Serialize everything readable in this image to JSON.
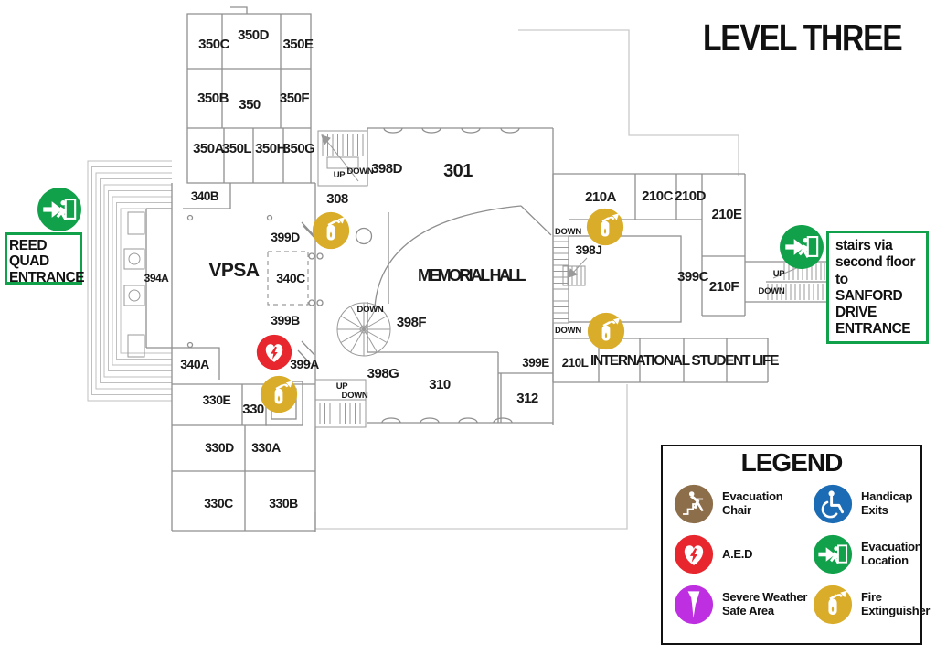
{
  "title": "LEVEL THREE",
  "reed_entrance": {
    "lines": [
      "REED QUAD",
      "ENTRANCE"
    ]
  },
  "sanford_entrance": {
    "lines": [
      "stairs via",
      "second floor to",
      "SANFORD",
      "DRIVE",
      "ENTRANCE"
    ]
  },
  "legend": {
    "title": "LEGEND",
    "items": [
      {
        "label": "Evacuation Chair",
        "icon": "evacuation-chair-icon",
        "color": "#8c6e4b"
      },
      {
        "label": "Handicap Exits",
        "icon": "handicap-exits-icon",
        "color": "#1b6cb4"
      },
      {
        "label": "A.E.D",
        "icon": "aed-icon",
        "color": "#e8262d"
      },
      {
        "label": "Evacuation Location",
        "icon": "evacuation-location-icon",
        "color": "#12a14b"
      },
      {
        "label": "Severe Weather Safe Area",
        "icon": "severe-weather-icon",
        "color": "#bd2fe0"
      },
      {
        "label": "Fire Extinguisher",
        "icon": "fire-extinguisher-icon",
        "color": "#d9ad29"
      }
    ]
  },
  "icons": {
    "evacuation-chair-icon": "white figures descending diagonal stairs on brown circle",
    "handicap-exits-icon": "white wheelchair symbol on blue circle",
    "aed-icon": "white heart with lightning bolt on red circle",
    "evacuation-location-icon": "white arrow and running figure through exit door on green circle",
    "severe-weather-icon": "white tornado funnel on purple circle",
    "fire-extinguisher-icon": "white fire extinguisher on gold circle"
  },
  "map": {
    "rooms": [
      "350C",
      "350D",
      "350E",
      "350B",
      "350",
      "350F",
      "350A",
      "350L",
      "350H",
      "350G",
      "340B",
      "394A",
      "VPSA",
      "399D",
      "340C",
      "399B",
      "399A",
      "340A",
      "330E",
      "330",
      "330D",
      "330A",
      "330C",
      "330B",
      "308",
      "398D",
      "301",
      "MEMORIAL HALL",
      "398F",
      "398G",
      "310",
      "312",
      "399E",
      "210A",
      "210C",
      "210D",
      "210E",
      "398J",
      "399C",
      "210F",
      "210L",
      "INTERNATIONAL STUDENT LIFE"
    ],
    "nav": {
      "up": "UP",
      "down": "DOWN"
    },
    "markers": [
      {
        "type": "evacuation-location",
        "at": "Reed Quad entrance"
      },
      {
        "type": "evacuation-location",
        "at": "Sanford Drive stairs"
      },
      {
        "type": "fire-extinguisher",
        "at": "308 corridor"
      },
      {
        "type": "fire-extinguisher",
        "at": "330 elevator lobby"
      },
      {
        "type": "fire-extinguisher",
        "at": "210A corridor"
      },
      {
        "type": "fire-extinguisher",
        "at": "International Student Life corridor"
      },
      {
        "type": "aed",
        "at": "399A corridor"
      }
    ]
  }
}
